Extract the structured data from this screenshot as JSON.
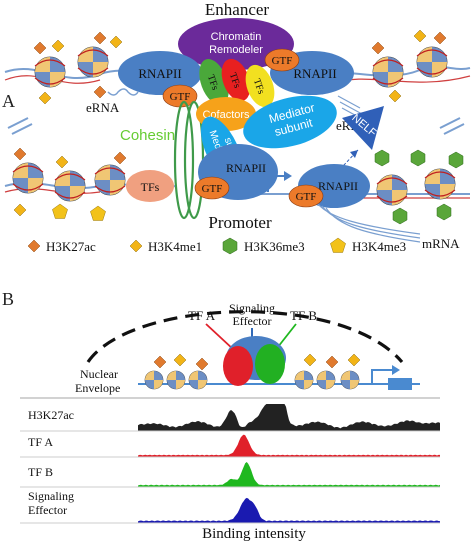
{
  "panel_a": {
    "letter": "A",
    "enhancer_label": "Enhancer",
    "promoter_label": "Promoter",
    "cohesin_label": "Cohesin",
    "rnapii_label": "RNAPII",
    "gtf_label": "GTF",
    "tfs_label": "TFs",
    "chromatin_remodeler_line1": "Chromatin",
    "chromatin_remodeler_line2": "Remodeler",
    "cofactors_label": "Cofactors",
    "mediator_line1": "Mediator",
    "mediator_line2": "subunit",
    "erna_label": "eRNA",
    "nelf_label": "NELF",
    "mrna_label": "mRNA"
  },
  "legend": [
    {
      "label": "H3K27ac",
      "color": "#e07a2e",
      "shape": "diamond"
    },
    {
      "label": "H3K4me1",
      "color": "#f2b417",
      "shape": "diamond"
    },
    {
      "label": "H3K36me3",
      "color": "#5aa63a",
      "shape": "hexagon"
    },
    {
      "label": "H3K4me3",
      "color": "#f2c21a",
      "shape": "pentagon"
    }
  ],
  "panel_b": {
    "letter": "B",
    "nuclear_line1": "Nuclear",
    "nuclear_line2": "Envelope",
    "tf_a_label": "TF A",
    "tf_b_label": "TF B",
    "signaling_line1": "Signaling",
    "signaling_line2": "Effector",
    "tracks": [
      {
        "label": "H3K27ac",
        "color": "#222222"
      },
      {
        "label": "TF A",
        "color": "#e0202a"
      },
      {
        "label": "TF B",
        "color": "#1fb81f"
      },
      {
        "label": "Signaling",
        "label2": "Effector",
        "color": "#1a1ab0"
      }
    ],
    "xlabel": "Binding intensity"
  },
  "colors": {
    "rnapii": "#4a7fc4",
    "gtf": "#ec7a2a",
    "chromatin": "#6b2a9a",
    "cofactors": "#f6a21a",
    "mediator": "#1aa6e8",
    "cohesin": "#3f9a4a",
    "nelf": "#3060b8",
    "tfs_salmon": "#f0a080"
  }
}
